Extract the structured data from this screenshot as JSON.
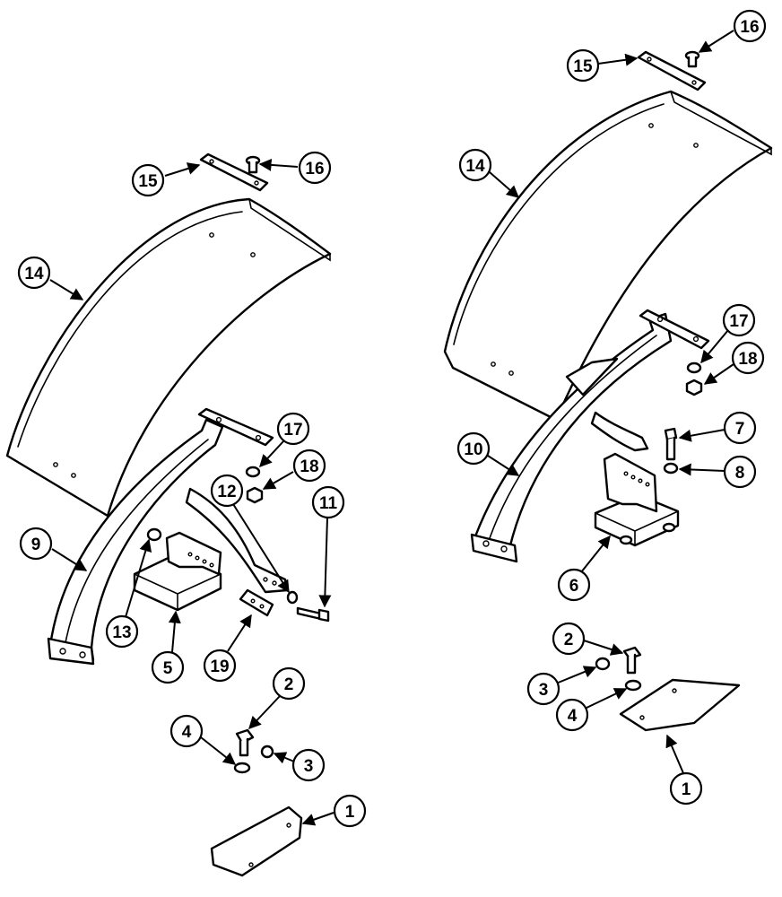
{
  "callouts": {
    "left_15": "15",
    "left_16": "16",
    "left_14": "14",
    "left_17": "17",
    "left_18": "18",
    "left_12": "12",
    "left_11": "11",
    "left_9": "9",
    "left_13": "13",
    "left_5": "5",
    "left_19": "19",
    "left_2": "2",
    "left_4": "4",
    "left_3": "3",
    "left_1": "1",
    "right_16": "16",
    "right_15": "15",
    "right_14": "14",
    "right_17": "17",
    "right_18": "18",
    "right_7": "7",
    "right_10": "10",
    "right_8": "8",
    "right_6": "6",
    "right_2": "2",
    "right_3": "3",
    "right_4": "4",
    "right_1": "1"
  }
}
